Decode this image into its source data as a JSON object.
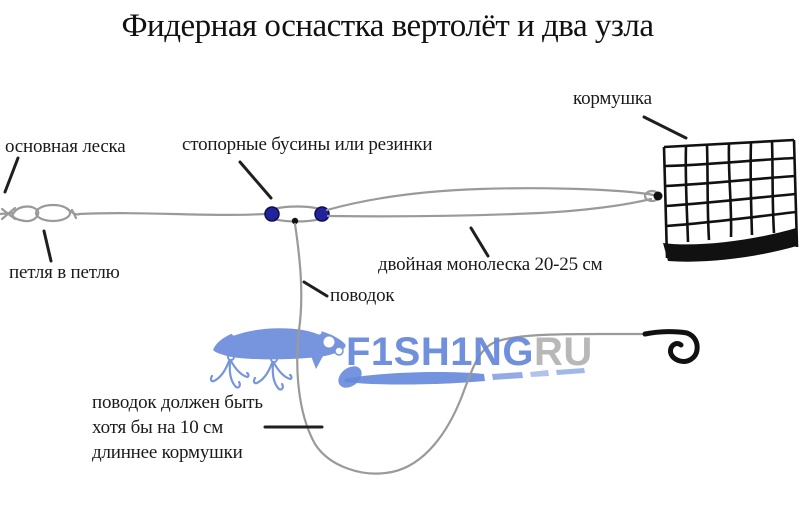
{
  "title": "Фидерная оснастка вертолёт и два узла",
  "labels": {
    "main_line": "основная леска",
    "stopper_beads": "стопорные бусины или резинки",
    "feeder": "кормушка",
    "loop_to_loop": "петля в петлю",
    "double_mono": "двойная монолеска 20-25 см",
    "leader": "поводок",
    "leader_note": [
      "поводок должен быть",
      "хотя бы на 10 см",
      "длиннее кормушки"
    ]
  },
  "watermark": {
    "text_blue": "F1SH1NG",
    "text_gray": "RU"
  },
  "colors": {
    "bead": "#22229b",
    "line_gray": "#9a9a9a",
    "pointer_black": "#1f1f1f",
    "ink_black": "#111111",
    "watermark_blue": "#6487da",
    "watermark_gray": "#b3b3b3",
    "text": "#1a1a1a"
  }
}
